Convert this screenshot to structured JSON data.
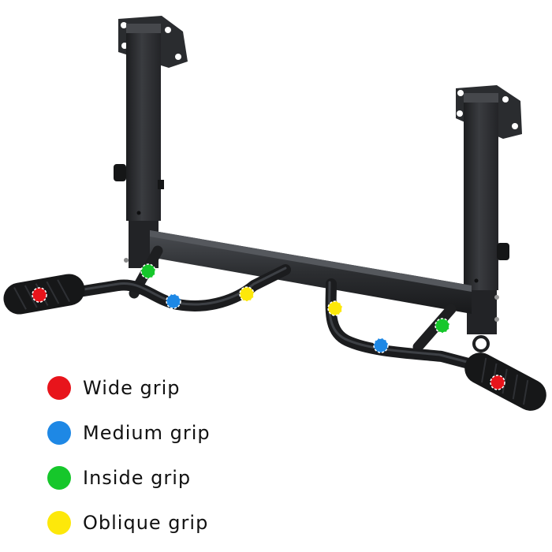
{
  "colors": {
    "frame": "#2b2d30",
    "frame_dark": "#17181a",
    "frame_light": "#4a4d52",
    "wide": "#e8141b",
    "medium": "#1e88e5",
    "inside": "#16c72b",
    "oblique": "#fde80a"
  },
  "legend": {
    "items": [
      {
        "key": "wide",
        "label": "Wide grip",
        "color": "#e8141b"
      },
      {
        "key": "medium",
        "label": "Medium grip",
        "color": "#1e88e5"
      },
      {
        "key": "inside",
        "label": "Inside grip",
        "color": "#16c72b"
      },
      {
        "key": "oblique",
        "label": "Oblique grip",
        "color": "#fde80a"
      }
    ]
  }
}
